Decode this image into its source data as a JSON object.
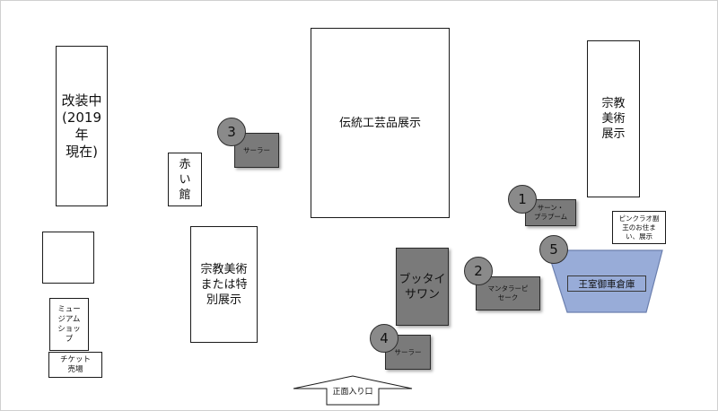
{
  "map": {
    "renovation_label": "改装中\n(2019\n年\n現在)",
    "traditional_crafts_label": "伝統工芸品展示",
    "religious_art_right_label": "宗教\n美術\n展示",
    "red_pavilion_label": "赤\nい\n館",
    "religious_special_label": "宗教美術\nまたは特\n別展示",
    "museum_shop_label": "ミュー\nジアム\nショッ\nプ",
    "ticket_office_label": "チケット\n売場",
    "buddhaisawan_label": "ブッタイ\nサワン",
    "pink_throne_label": "ピンクラオ副\n王のお住ま\nい、展示",
    "royal_garage_label": "王室御車倉庫",
    "entrance_label": "正面入り口",
    "gray_buildings": {
      "sala_3": "サーラー",
      "sala_4": "サーラー",
      "sam_prasarn": "サーン・\nプラプーム",
      "mandapa": "マンタラーピ\nセーク"
    },
    "markers": [
      "1",
      "2",
      "3",
      "4",
      "5"
    ]
  },
  "colors": {
    "gray_building": "#7a7a7a",
    "marker": "#8a8a8a",
    "garage_fill": "#98acd8",
    "garage_stroke": "#6b7fae",
    "outline": "#1a1a1a"
  }
}
